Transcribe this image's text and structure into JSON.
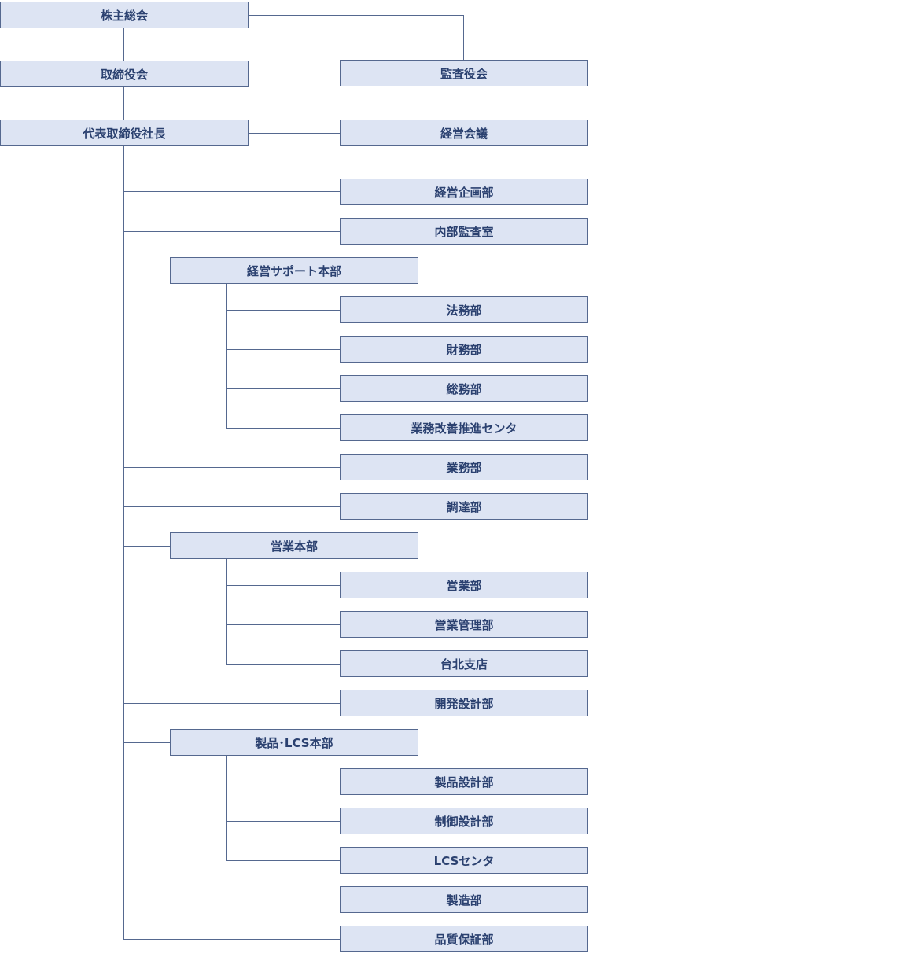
{
  "colors": {
    "box_fill": "#dde4f3",
    "box_border": "#55688f",
    "text": "#2b4170",
    "connector": "#55688f"
  },
  "org": {
    "shareholders_meeting": "株主総会",
    "board_of_directors": "取締役会",
    "audit_board": "監査役会",
    "president": "代表取締役社長",
    "management_meeting": "経営会議",
    "corporate_planning": "経営企画部",
    "internal_audit": "内部監査室",
    "management_support_hq": {
      "label": "経営サポート本部",
      "departments": [
        "法務部",
        "財務部",
        "総務部",
        "業務改善推進センタ"
      ]
    },
    "operations": "業務部",
    "procurement": "調達部",
    "sales_hq": {
      "label": "営業本部",
      "departments": [
        "営業部",
        "営業管理部",
        "台北支店"
      ]
    },
    "development_design": "開発設計部",
    "product_lcs_hq": {
      "label": "製品･LCS本部",
      "departments": [
        "製品設計部",
        "制御設計部",
        "LCSセンタ"
      ]
    },
    "manufacturing": "製造部",
    "quality_assurance": "品質保証部"
  }
}
